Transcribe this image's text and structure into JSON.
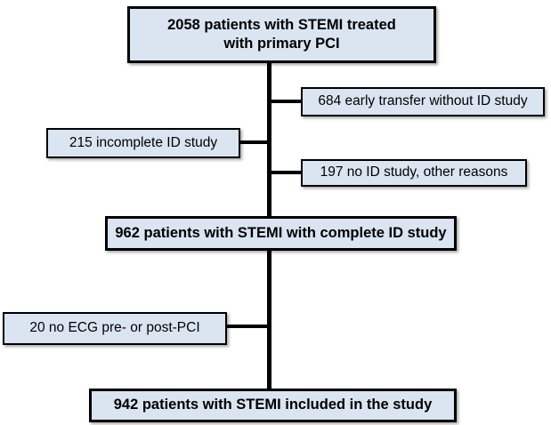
{
  "style": {
    "box_fill": "#dbe5f1",
    "box_border": "#000000",
    "line_color": "#000000",
    "text_color": "#000000",
    "background": "#ffffff"
  },
  "flow": {
    "total": {
      "text": "2058 patients with STEMI treated\nwith primary PCI"
    },
    "transfer": {
      "text": "684 early transfer without ID study"
    },
    "incomplete": {
      "text": "215 incomplete ID study"
    },
    "other": {
      "text": "197 no ID study, other reasons"
    },
    "complete": {
      "text": "962 patients with STEMI with complete ID study"
    },
    "noecg": {
      "text": "20 no ECG pre- or post-PCI"
    },
    "included": {
      "text": "942 patients with STEMI included in the study"
    }
  }
}
